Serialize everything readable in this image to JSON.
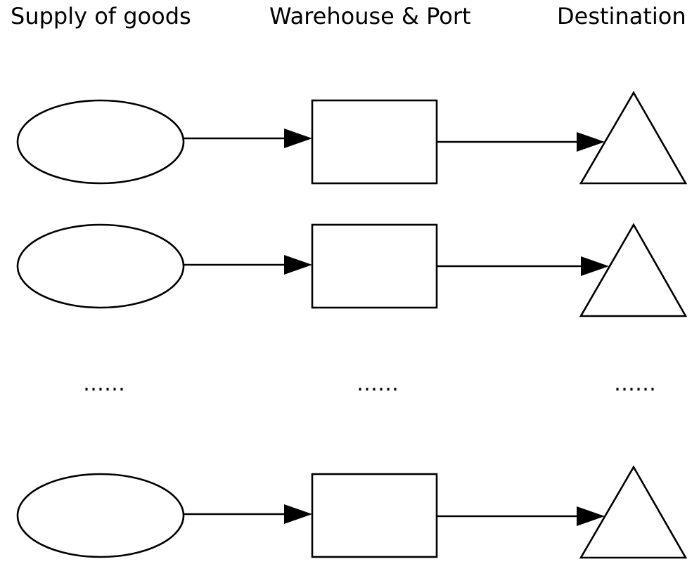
{
  "headers": {
    "supply": "Supply of goods",
    "warehouse": "Warehouse & Port",
    "destination": "Destination"
  },
  "ellipsis": {
    "supply": "……",
    "warehouse": "……",
    "destination": "……"
  },
  "nodes": {
    "supply_shape": "ellipse",
    "warehouse_shape": "rectangle",
    "destination_shape": "triangle"
  },
  "chain_count_shown": 3
}
